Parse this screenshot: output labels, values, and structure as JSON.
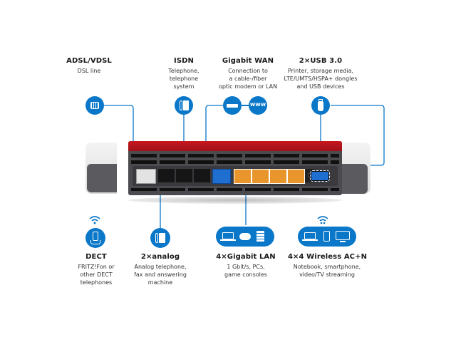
{
  "colors": {
    "accent_blue": "#0a77c9",
    "router_red": "#b3141b",
    "router_body": "#4a4a4f",
    "lan_orange": "#e8962b",
    "wan_blue": "#1f6fd1"
  },
  "top_features": [
    {
      "title": "ADSL/VDSL",
      "desc": [
        "DSL line"
      ],
      "icon": "dsl-port-icon"
    },
    {
      "title": "ISDN",
      "desc": [
        "Telephone,",
        "telephone",
        "system"
      ],
      "icon": "desk-phone-icon"
    },
    {
      "title": "Gigabit WAN",
      "desc": [
        "Connection to",
        "a cable-/fiber",
        "optic modem or LAN"
      ],
      "icons": [
        "modem-icon",
        "www-icon"
      ],
      "www_label": "www"
    },
    {
      "title": "2×USB 3.0",
      "desc": [
        "Printer, storage media,",
        "LTE/UMTS/HSPA+ dongles",
        "and USB devices"
      ],
      "icon": "usb-stick-icon"
    }
  ],
  "bottom_features": [
    {
      "title": "DECT",
      "desc": [
        "FRITZ!Fon or",
        "other DECT",
        "telephones"
      ],
      "icon": "cordless-phone-icon"
    },
    {
      "title": "2×analog",
      "desc": [
        "Analog telephone,",
        "fax and answering",
        "machine"
      ],
      "icon": "desk-phone-icon"
    },
    {
      "title": "4×Gigabit LAN",
      "desc": [
        "1 Gbit/s, PCs,",
        "game consoles"
      ],
      "icons": [
        "laptop-icon",
        "gamepad-icon",
        "pc-tower-icon"
      ]
    },
    {
      "title": "4×4 Wireless AC+N",
      "desc": [
        "Notebook, smartphone,",
        "video/TV streaming"
      ],
      "icons": [
        "laptop-icon",
        "smartphone-icon",
        "tv-icon"
      ]
    }
  ]
}
